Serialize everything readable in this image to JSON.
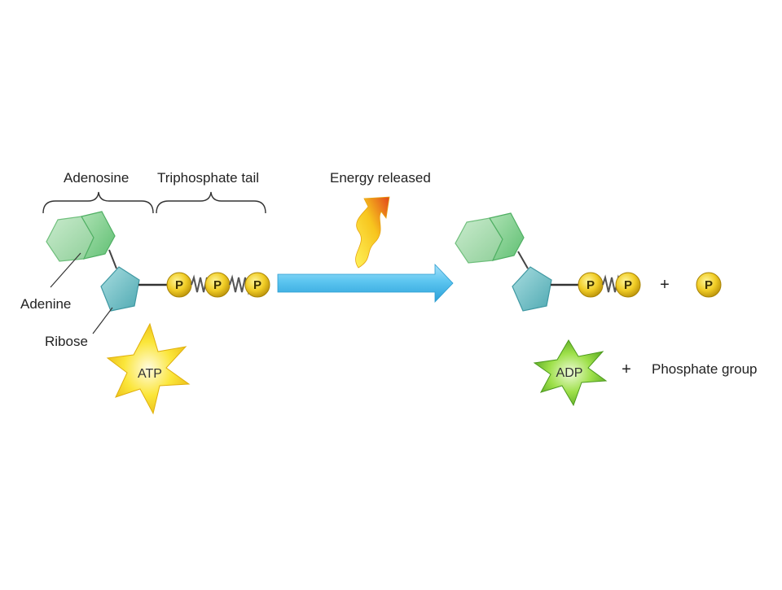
{
  "labels": {
    "adenosine": "Adenosine",
    "triphosphate_tail": "Triphosphate tail",
    "energy_released": "Energy released",
    "adenine": "Adenine",
    "ribose": "Ribose",
    "phosphate_group": "Phosphate group"
  },
  "molecules": {
    "atp": "ATP",
    "adp": "ADP",
    "phosphate_symbol": "P"
  },
  "operators": {
    "plus": "+"
  },
  "colors": {
    "adenine_fill": "#9fd6a6",
    "ribose_fill": "#7cc7cc",
    "phosphate_fill": "#f3cf2b",
    "arrow_fill": "#4cb8e8",
    "atp_star": "#f7e02a",
    "adp_star": "#7cd03b",
    "energy_flame": "#f08a10"
  }
}
